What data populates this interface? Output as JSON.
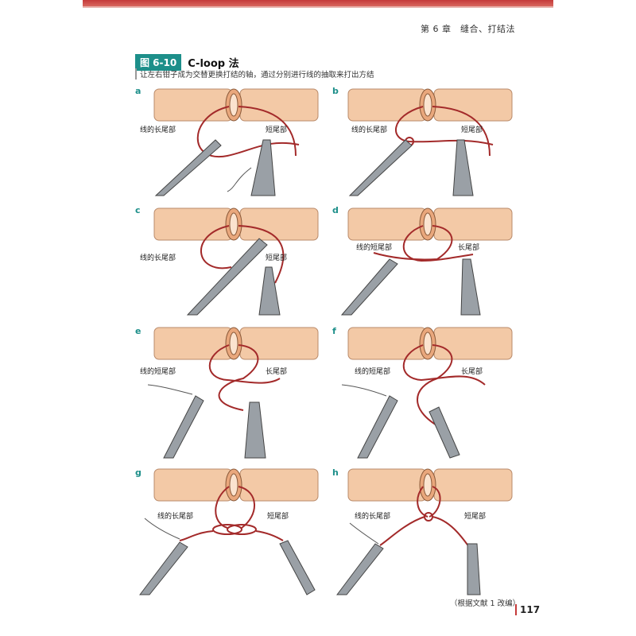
{
  "header": {
    "chapter": "第 6 章　缝合、打结法"
  },
  "figure": {
    "badge": "图 6-10",
    "title": "C-loop 法",
    "caption": "让左右钳子成为交替更换打结的轴，通过分别进行线的抽取来打出方结"
  },
  "panels": [
    {
      "letter": "a",
      "left_label": "线的长尾部",
      "right_label": "短尾部"
    },
    {
      "letter": "b",
      "left_label": "线的长尾部",
      "right_label": "短尾部"
    },
    {
      "letter": "c",
      "left_label": "线的长尾部",
      "right_label": "短尾部"
    },
    {
      "letter": "d",
      "left_label": "线的短尾部",
      "right_label": "长尾部"
    },
    {
      "letter": "e",
      "left_label": "线的短尾部",
      "right_label": "长尾部"
    },
    {
      "letter": "f",
      "left_label": "线的短尾部",
      "right_label": "长尾部"
    },
    {
      "letter": "g",
      "left_label": "线的长尾部",
      "right_label": "短尾部"
    },
    {
      "letter": "h",
      "left_label": "线的长尾部",
      "right_label": "短尾部"
    }
  ],
  "footer": {
    "source": "（根据文献 1 改编）",
    "page_number": "117"
  },
  "colors": {
    "accent": "#1d8f8a",
    "brand_red": "#c53a3a",
    "suture": "#a32a2a",
    "tissue": "#f3c9a6"
  }
}
